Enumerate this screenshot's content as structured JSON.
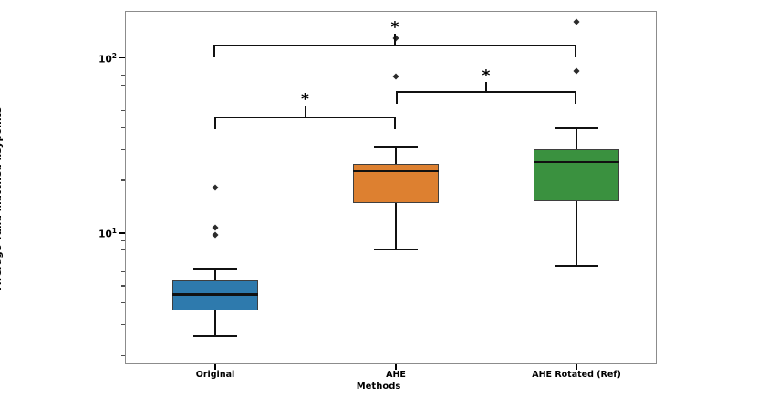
{
  "chart_data": {
    "type": "box",
    "title": "",
    "xlabel": "Methods",
    "ylabel": "Average valid matched keypoints",
    "yscale": "log",
    "ylim": [
      2.0,
      200.0
    ],
    "grid": false,
    "legend": "none",
    "categories": [
      "Original",
      "AHE",
      "AHE Rotated (Ref)"
    ],
    "ytick_labels": [
      "10",
      "10"
    ],
    "yticks_major": [
      {
        "value": 100,
        "mantissa": "10",
        "exponent": "2"
      },
      {
        "value": 10,
        "mantissa": "10",
        "exponent": "1"
      }
    ],
    "yticks_minor": [
      200,
      90,
      80,
      70,
      60,
      50,
      40,
      30,
      20,
      9,
      8,
      7,
      6,
      5,
      4,
      3,
      2
    ],
    "boxes": [
      {
        "name": "Original",
        "color": "#2e7aad",
        "whisker_low": 2.6,
        "q1": 3.6,
        "median": 4.45,
        "q3": 5.35,
        "whisker_high": 6.3,
        "outliers": [
          18.2,
          10.7,
          9.8
        ]
      },
      {
        "name": "AHE",
        "color": "#dd8030",
        "whisker_low": 8.1,
        "q1": 14.8,
        "median": 22.5,
        "q3": 24.8,
        "whisker_high": 31.0,
        "outliers": [
          130.0,
          78.0
        ]
      },
      {
        "name": "AHE Rotated (Ref)",
        "color": "#3a913f",
        "whisker_low": 6.5,
        "q1": 15.2,
        "median": 25.5,
        "q3": 30.0,
        "whisker_high": 39.5,
        "outliers": [
          160.0,
          84.0
        ]
      }
    ],
    "significance": [
      {
        "group_a": "Original",
        "group_b": "AHE Rotated (Ref)",
        "label": "*"
      },
      {
        "group_a": "Original",
        "group_b": "AHE",
        "label": "*"
      },
      {
        "group_a": "AHE",
        "group_b": "AHE Rotated (Ref)",
        "label": "*"
      }
    ]
  },
  "axes": {
    "ylabel": "Average valid matched keypoints",
    "xlabel": "Methods"
  },
  "colors": {
    "box_blue": "#2e7aad",
    "box_orange": "#dd8030",
    "box_green": "#3a913f",
    "edge": "#3f3f3f",
    "frame": "#8c8c8c",
    "ink": "#000000"
  }
}
